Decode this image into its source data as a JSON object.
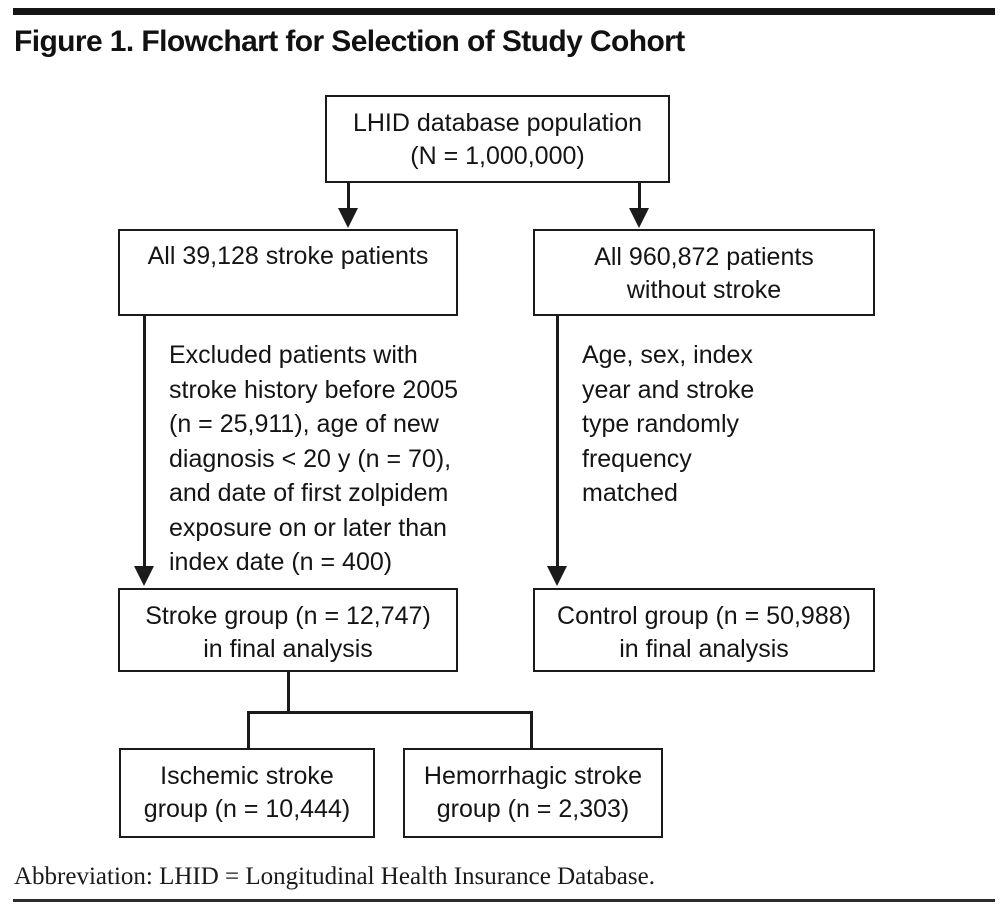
{
  "figure": {
    "title": "Figure 1. Flowchart for Selection of Study Cohort",
    "footnote": "Abbreviation: LHID = Longitudinal Health Insurance Database."
  },
  "chart_data": {
    "type": "diagram",
    "title": "Figure 1. Flowchart for Selection of Study Cohort",
    "nodes": [
      {
        "id": "source-population",
        "lines": [
          "LHID database population",
          "(N = 1,000,000)"
        ],
        "count": 1000000
      },
      {
        "id": "stroke-patients",
        "lines": [
          "All 39,128 stroke patients"
        ],
        "count": 39128
      },
      {
        "id": "nonstroke-patients",
        "lines": [
          "All 960,872 patients",
          "without stroke"
        ],
        "count": 960872
      },
      {
        "id": "stroke-final",
        "lines": [
          "Stroke group (n = 12,747)",
          "in final analysis"
        ],
        "count": 12747
      },
      {
        "id": "control-final",
        "lines": [
          "Control group (n = 50,988)",
          "in final analysis"
        ],
        "count": 50988
      },
      {
        "id": "ischemic-group",
        "lines": [
          "Ischemic stroke",
          "group (n = 10,444)"
        ],
        "count": 10444
      },
      {
        "id": "hemorrhagic-group",
        "lines": [
          "Hemorrhagic stroke",
          "group (n = 2,303)"
        ],
        "count": 2303
      }
    ],
    "annotations": [
      {
        "id": "exclusion-criteria",
        "lines": [
          "Excluded patients with",
          "stroke history before 2005",
          "(n = 25,911), age of new",
          "diagnosis < 20 y (n = 70),",
          "and date of first zolpidem",
          "exposure on or later than",
          "index date (n = 400)"
        ],
        "excluded": [
          25911,
          70,
          400
        ]
      },
      {
        "id": "matching-criteria",
        "lines": [
          "Age, sex, index",
          "year and stroke",
          "type randomly",
          "frequency",
          "matched"
        ]
      }
    ],
    "edges": [
      {
        "from": "source-population",
        "to": "stroke-patients",
        "arrow": true
      },
      {
        "from": "source-population",
        "to": "nonstroke-patients",
        "arrow": true
      },
      {
        "from": "stroke-patients",
        "to": "stroke-final",
        "arrow": true,
        "label": "exclusion-criteria"
      },
      {
        "from": "nonstroke-patients",
        "to": "control-final",
        "arrow": true,
        "label": "matching-criteria"
      },
      {
        "from": "stroke-final",
        "to": "ischemic-group",
        "arrow": false
      },
      {
        "from": "stroke-final",
        "to": "hemorrhagic-group",
        "arrow": false
      }
    ],
    "colors": {
      "line": "#1b1b1b",
      "text": "#141414",
      "background": "#ffffff"
    }
  }
}
